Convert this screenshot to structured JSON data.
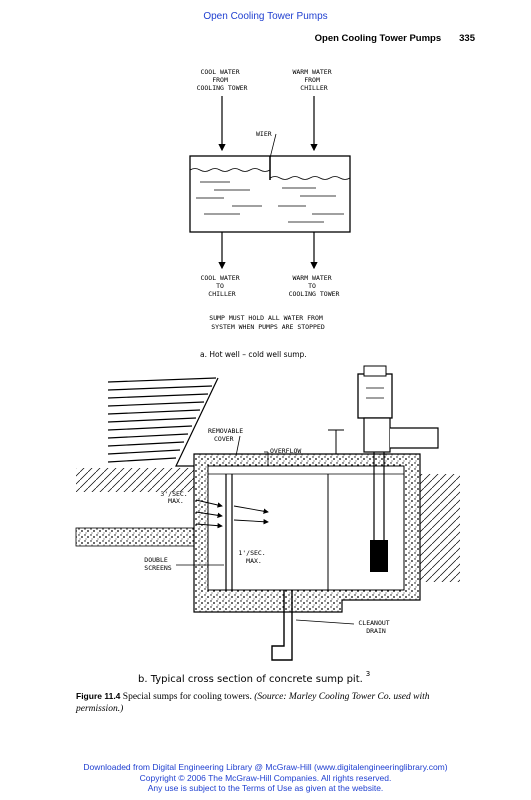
{
  "header": {
    "top_link": "Open Cooling Tower Pumps",
    "running_title": "Open Cooling Tower Pumps",
    "page_number": "335"
  },
  "figure_a": {
    "label_cool_from": [
      "COOL WATER",
      "FROM",
      "COOLING TOWER"
    ],
    "label_warm_from": [
      "WARM WATER",
      "FROM",
      "CHILLER"
    ],
    "label_wier": "WIER",
    "label_cool_to": [
      "COOL WATER",
      "TO",
      "CHILLER"
    ],
    "label_warm_to": [
      "WARM WATER",
      "TO",
      "COOLING TOWER"
    ],
    "note": [
      "SUMP MUST HOLD ALL WATER FROM",
      "SYSTEM WHEN PUMPS ARE STOPPED"
    ],
    "subcaption": "a.  Hot well – cold well sump."
  },
  "figure_b": {
    "label_removable_cover": [
      "REMOVABLE",
      "COVER"
    ],
    "label_overflow": "OVERFLOW",
    "label_3fps": [
      "3'/SEC.",
      "MAX."
    ],
    "label_1fps": [
      "1'/SEC.",
      "MAX."
    ],
    "label_double_screens": [
      "DOUBLE",
      "SCREENS"
    ],
    "label_cleanout_drain": [
      "CLEANOUT",
      "DRAIN"
    ],
    "subcaption": "b.  Typical cross section of concrete sump pit.",
    "subcaption_sup": "3"
  },
  "caption": {
    "figure_number": "Figure 11.4",
    "text": "Special sumps for cooling towers.",
    "source": "(Source: Marley Cooling Tower Co. used with permission.)"
  },
  "footer": {
    "line1": "Downloaded from Digital Engineering Library @ McGraw-Hill (www.digitalengineeringlibrary.com)",
    "line2": "Copyright © 2006 The McGraw-Hill Companies. All rights reserved.",
    "line3": "Any use is subject to the Terms of Use as given at the website."
  }
}
